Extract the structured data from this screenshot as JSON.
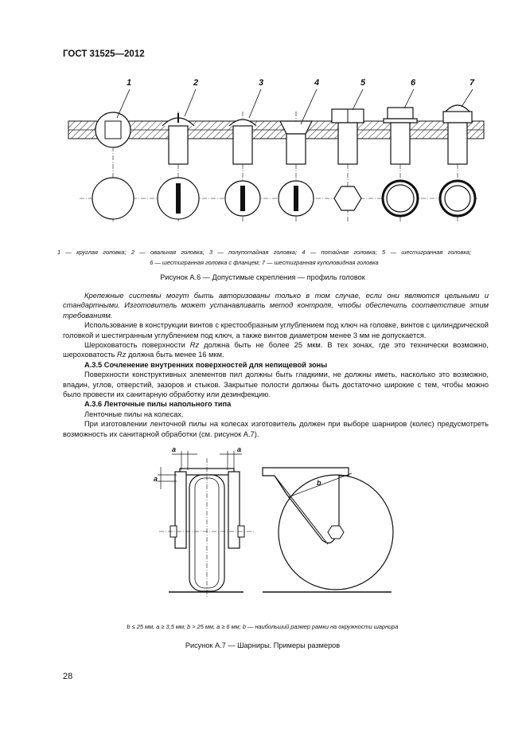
{
  "header": {
    "standard": "ГОСТ 31525—2012"
  },
  "figure_a6": {
    "labels": [
      "1",
      "2",
      "3",
      "4",
      "5",
      "6",
      "7"
    ],
    "legend_line1": "1 — круглая головка; 2 — овальная головка; 3 — полупотайная головка; 4 — потайная головка; 5 — шестигранная головка;",
    "legend_line2": "6 — шестигранная головка с фланцем; 7 — шестигранная куполовидная головка",
    "caption": "Рисунок А.6 — Допустимые скрепления — профиль головок"
  },
  "body": {
    "p1": "Крепежные системы могут быть авторизованы только в том случае, если они являются цельными и стандартными. Изготовитель может устанавливать метод контроля, чтобы обеспечить соответствие этим требованиям.",
    "p2": "Использование в конструкции винтов с крестообразным углублением под ключ на головке, винтов с цилиндрической головкой и шестигранным углублением под ключ, а также винтов диаметром менее 3 мм не допускается.",
    "p3_a": "Шероховатость поверхности ",
    "p3_rz1": "Rz",
    "p3_b": " должна быть не более 25 мкм. В тех зонах, где это технически возможно, шероховатость ",
    "p3_rz2": "Rz",
    "p3_c": " должна быть менее 16 мкм.",
    "h1": "А.3.5 Сочленение внутренних поверхностей для непищевой зоны",
    "p4": "Поверхности конструктивных элементов пил должны быть гладкими, не должны иметь, насколько это возможно, впадин, углов, отверстий, зазоров и стыков. Закрытые полости должны быть достаточно широкие с тем, чтобы можно было провести их санитарную обработку или дезинфекцию.",
    "h2": "А.3.6 Ленточные пилы напольного типа",
    "p5": "Ленточные пилы на колесах.",
    "p6": "При изготовлении ленточной пилы на колесах изготовитель должен при выборе шарниров (колес) предусмотреть возможность их санитарной обработки (см. рисунок А.7)."
  },
  "figure_a7": {
    "dim_a": "a",
    "dim_b": "b",
    "footnote": "b ≤ 25 мм, a ≥ 3,5 мм; b > 25 мм, a ≥ 6 мм; b — наибольший размер рамки на окружности шарнира",
    "caption": "Рисунок А.7 — Шарниры. Примеры размеров"
  },
  "page_number": "28"
}
